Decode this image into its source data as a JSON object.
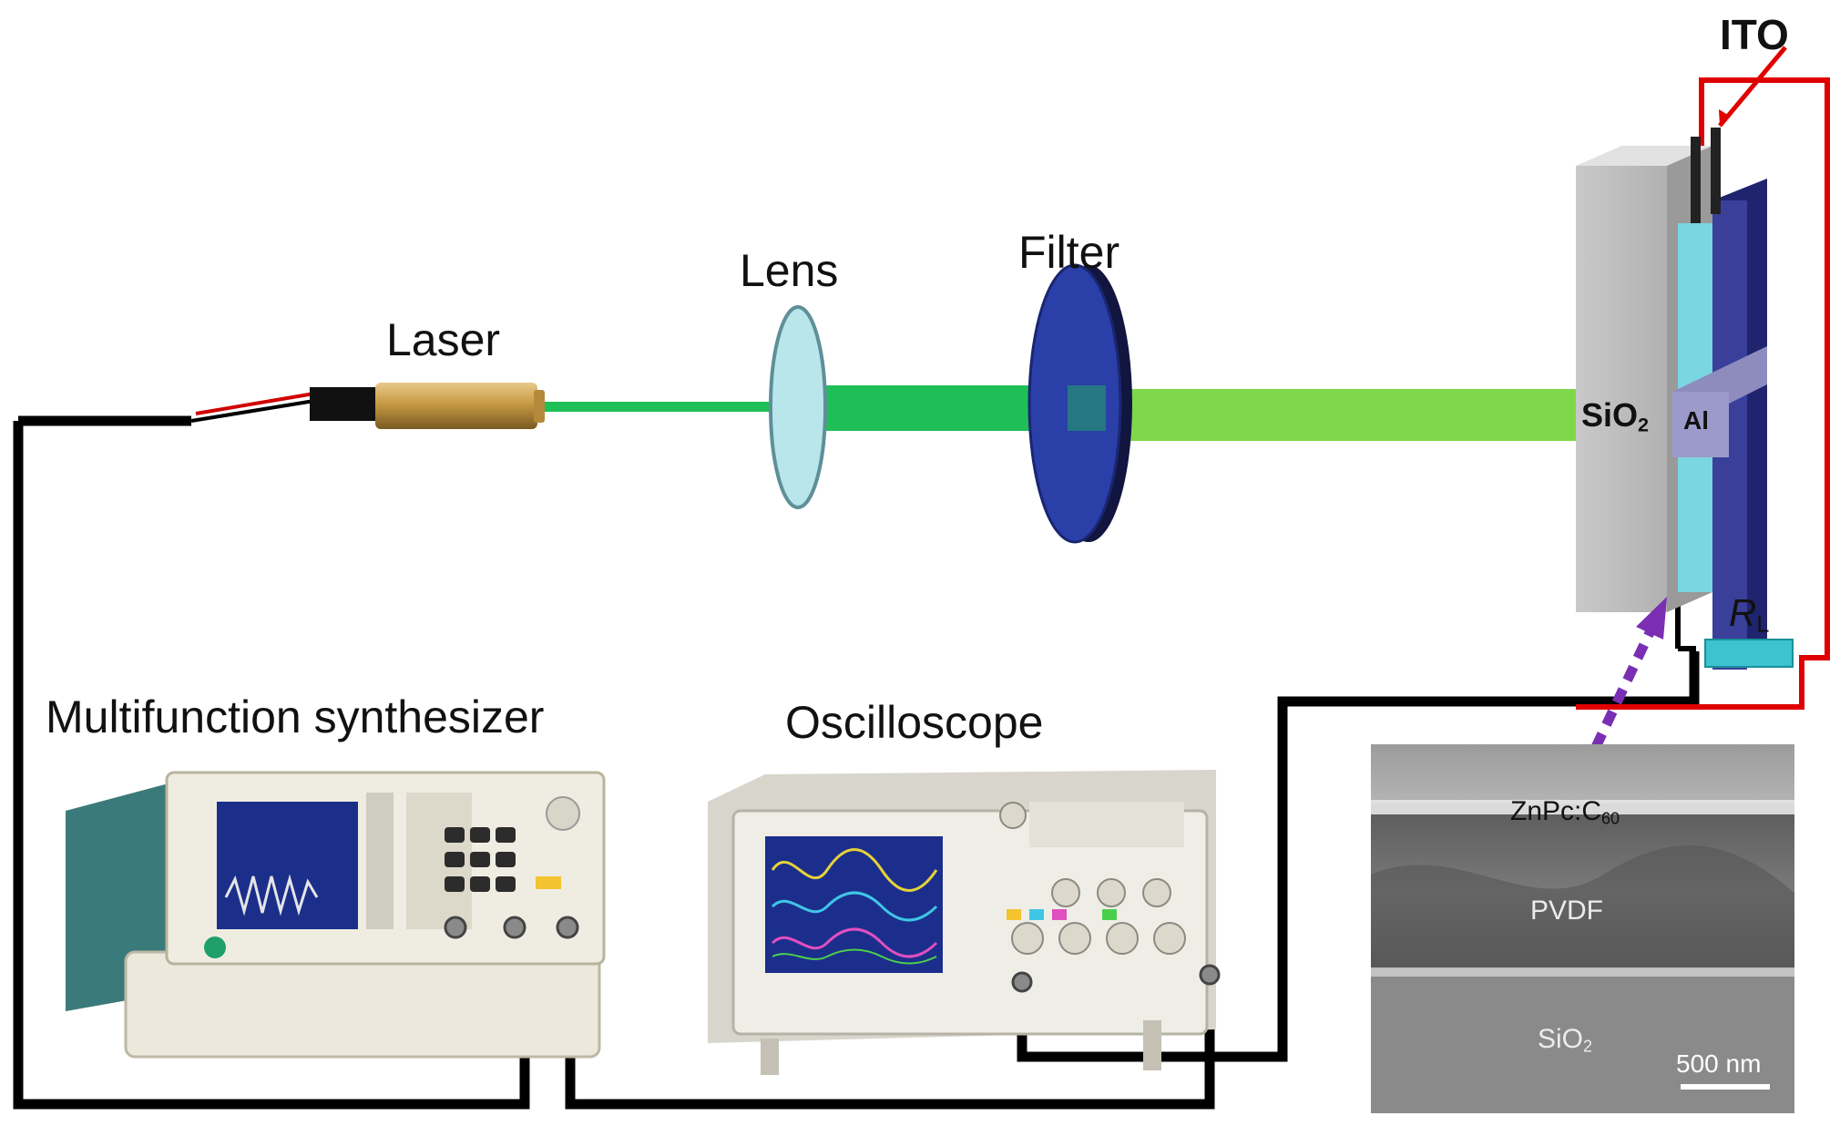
{
  "labels": {
    "laser": "Laser",
    "lens": "Lens",
    "filter": "Filter",
    "ito": "ITO",
    "sio2_main": "SiO",
    "sio2_sub": "2",
    "al": "Al",
    "rl_main": "R",
    "rl_sub": "L",
    "multifunction": "Multifunction synthesizer",
    "oscilloscope": "Oscilloscope"
  },
  "sem": {
    "layer_top_main": "ZnPc:C",
    "layer_top_sub": "60",
    "layer_mid": "PVDF",
    "layer_bottom_main": "SiO",
    "layer_bottom_sub": "2",
    "scale_bar": "500 nm"
  },
  "colors": {
    "beam_green": "#1fbf57",
    "beam_light": "#7fd84a",
    "filter_blue": "#2a3fa8",
    "lens": "#b8e6ea",
    "wire_black": "#000000",
    "wire_red": "#e00000",
    "ito": "#7ad6e0",
    "substrate": "#bdbdbd",
    "device_blue": "#3a3f9a",
    "al": "#8e8cbf",
    "resistor": "#3cc3cf",
    "arrow_purple": "#7a2fb3"
  }
}
